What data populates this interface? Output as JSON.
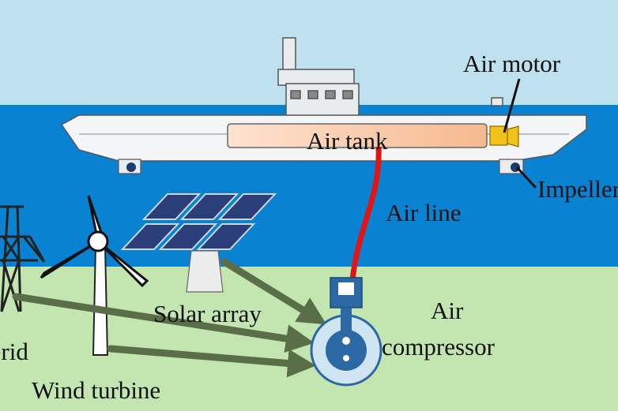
{
  "labels": {
    "air_motor": "Air motor",
    "air_tank": "Air tank",
    "impeller": "Impeller",
    "air_line": "Air line",
    "solar_array": "Solar array",
    "air_compressor_line1": "Air",
    "air_compressor_line2": "compressor",
    "grid": "Grid",
    "wind_turbine": "Wind turbine"
  },
  "colors": {
    "sky": "#bfe0ef",
    "sea": "#0a82d2",
    "ground": "#c3e6b0",
    "air_line": "#e01515",
    "air_tank": "#f8c8ac",
    "air_motor": "#f3c21a",
    "arrow": "#5b6e4a",
    "compressor_body": "#2c68a3"
  }
}
